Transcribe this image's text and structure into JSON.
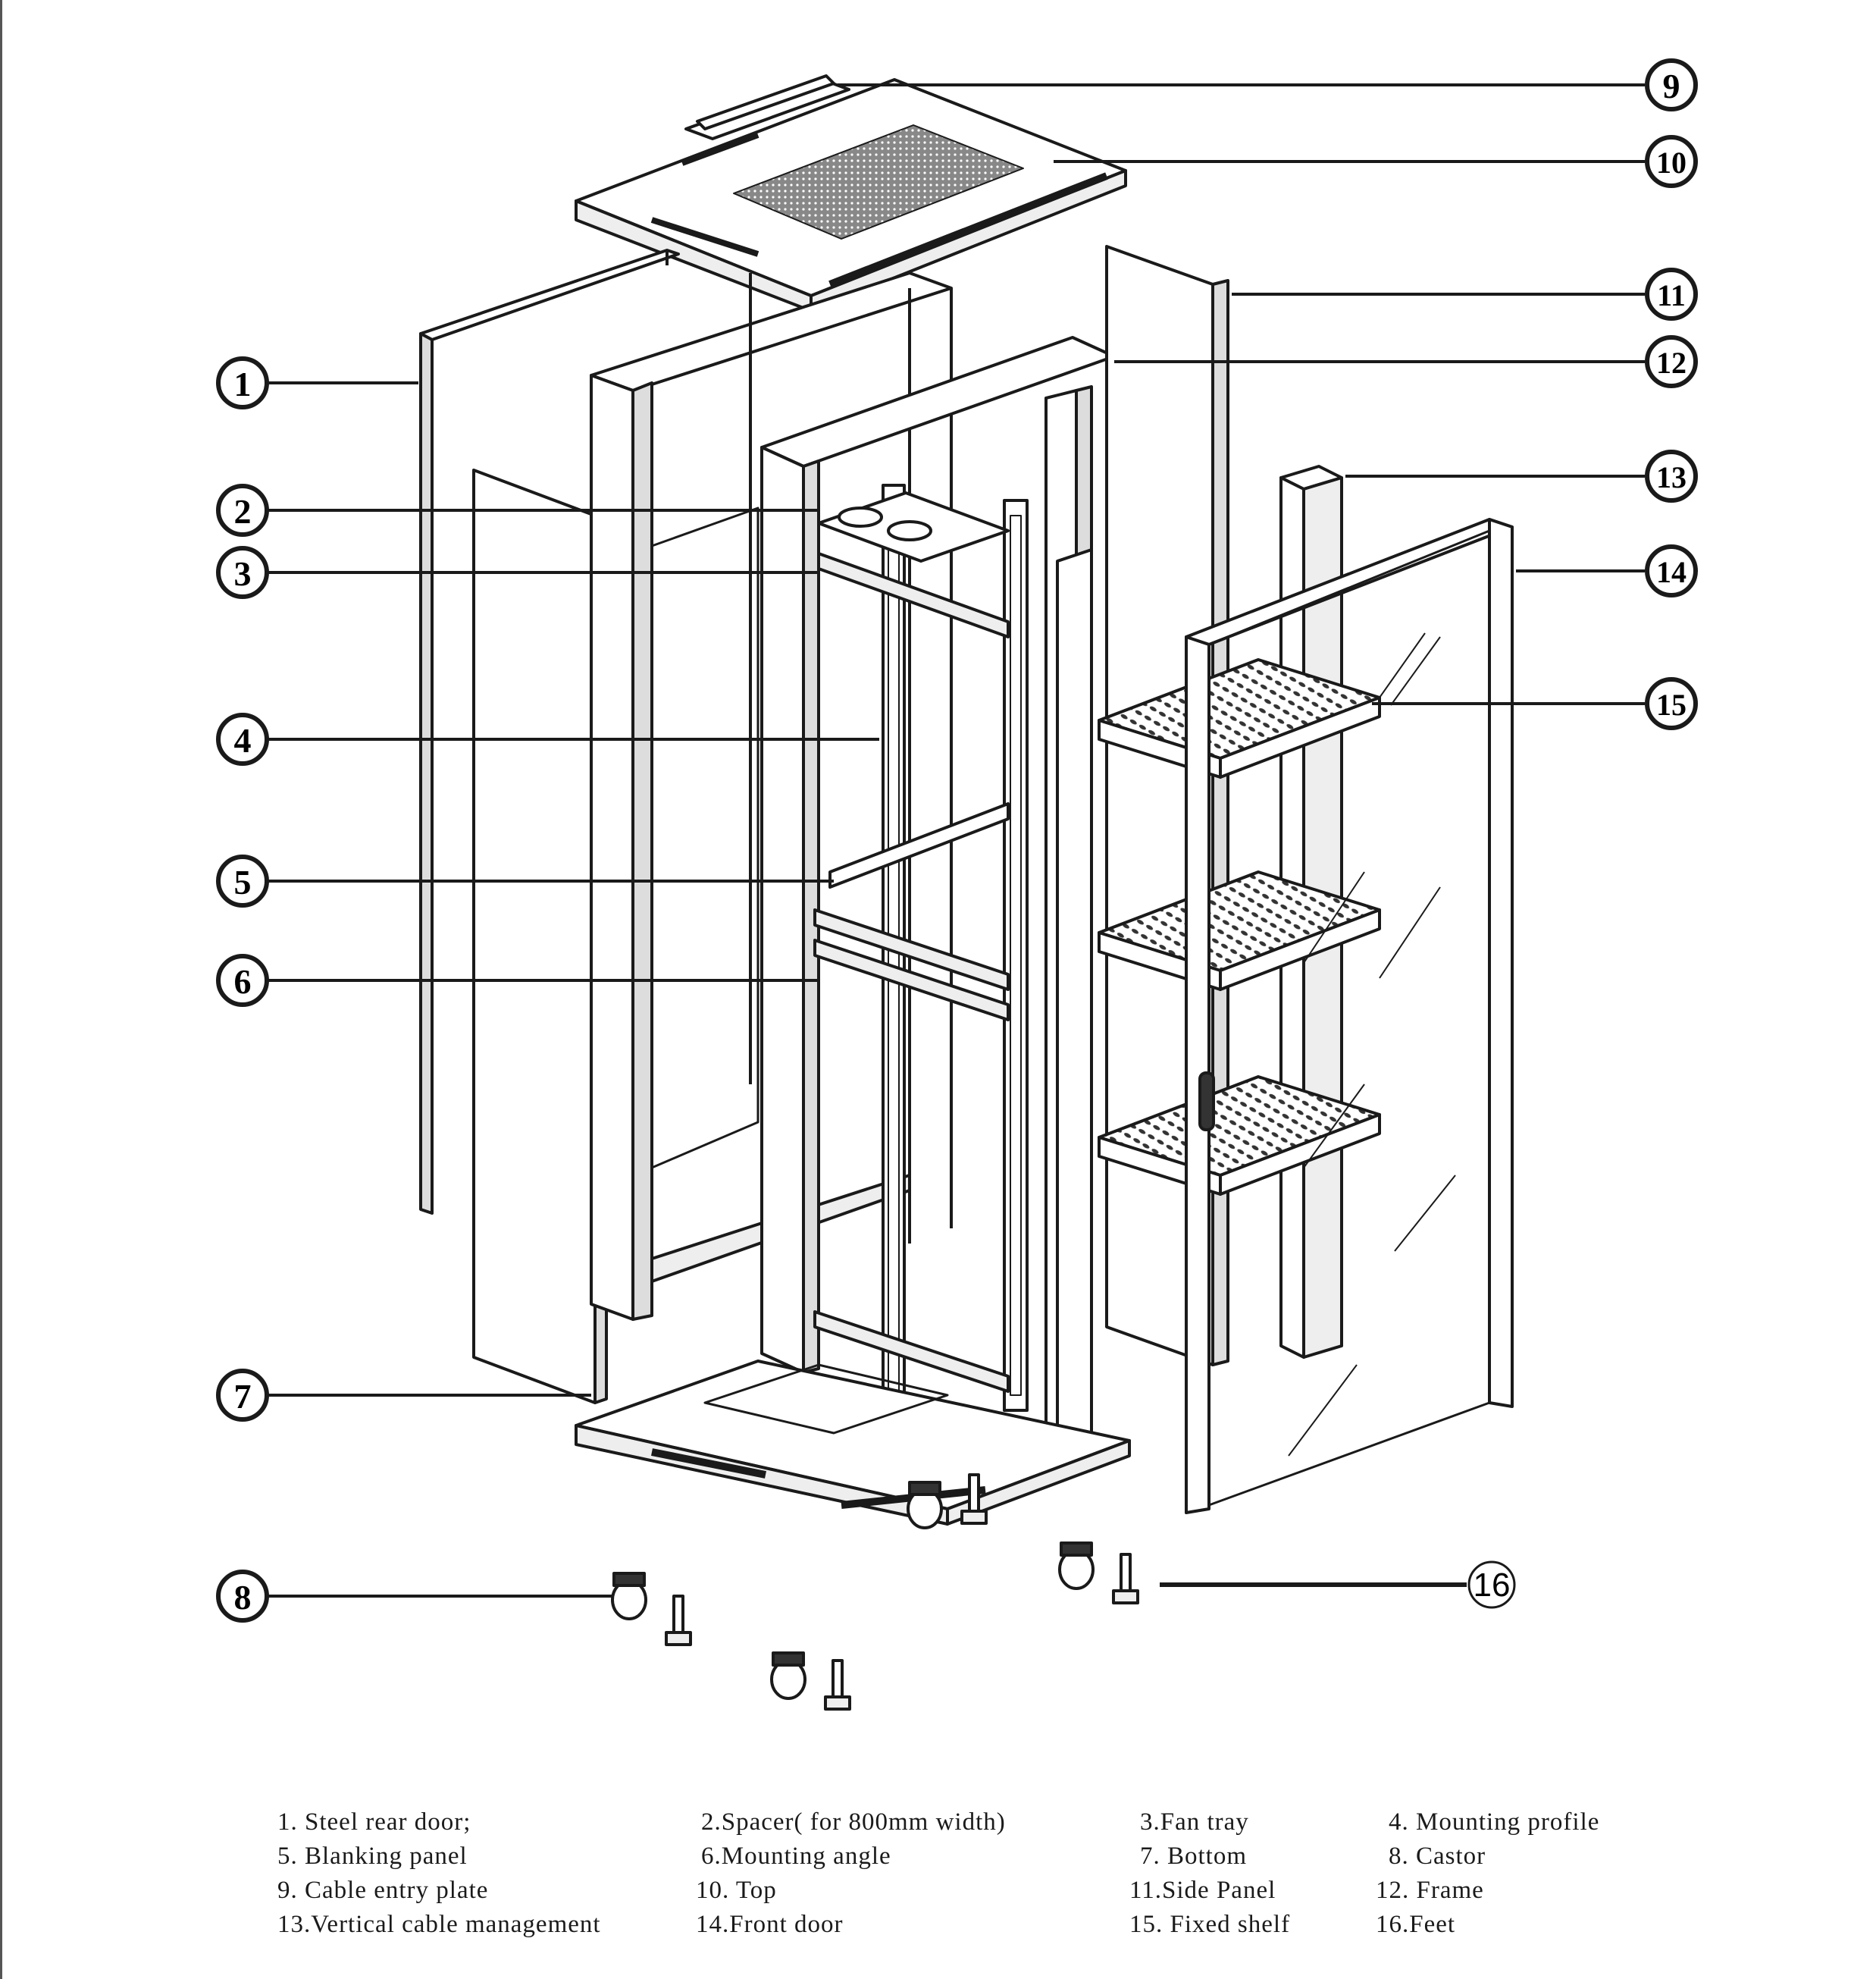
{
  "callouts": [
    {
      "id": 1,
      "label": "1"
    },
    {
      "id": 2,
      "label": "2"
    },
    {
      "id": 3,
      "label": "3"
    },
    {
      "id": 4,
      "label": "4"
    },
    {
      "id": 5,
      "label": "5"
    },
    {
      "id": 6,
      "label": "6"
    },
    {
      "id": 7,
      "label": "7"
    },
    {
      "id": 8,
      "label": "8"
    },
    {
      "id": 9,
      "label": "9"
    },
    {
      "id": 10,
      "label": "10"
    },
    {
      "id": 11,
      "label": "11"
    },
    {
      "id": 12,
      "label": "12"
    },
    {
      "id": 13,
      "label": "13"
    },
    {
      "id": 14,
      "label": "14"
    },
    {
      "id": 15,
      "label": "15"
    },
    {
      "id": 16,
      "label": "16"
    }
  ],
  "legend": [
    "1. Steel rear door;",
    "2.Spacer( for 800mm width)",
    "3.Fan tray",
    "4. Mounting profile",
    "5. Blanking panel",
    "6.Mounting angle",
    "7. Bottom",
    "8. Castor",
    "9. Cable entry plate",
    "10. Top",
    "11.Side Panel",
    "12. Frame",
    "13.Vertical cable management",
    "14.Front door",
    "15. Fixed shelf",
    "16.Feet"
  ]
}
